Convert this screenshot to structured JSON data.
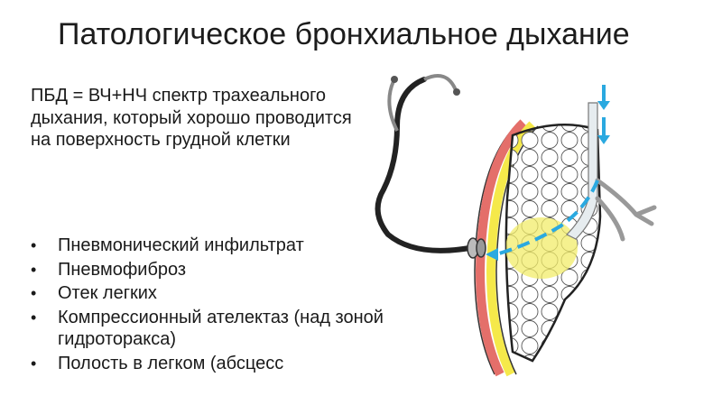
{
  "slide": {
    "title": "Патологическое бронхиальное дыхание",
    "intro": "ПБД = ВЧ+НЧ спектр трахеального дыхания, который хорошо проводится на поверхность грудной клетки",
    "bullets": [
      "Пневмонический инфильтрат",
      "Пневмофиброз",
      "Отек легких",
      "Компрессионный ателектаз (над зоной гидроторакса)",
      "Полость в легком (абсцесс"
    ]
  },
  "diagram": {
    "colors": {
      "chest_wall_red": "#e46f6a",
      "chest_wall_yellow": "#f5e94a",
      "pleura_outline": "#222222",
      "airflow_arrow": "#2aa9e0",
      "consolidation": "#f2ec6a",
      "bronchus_fill": "#e6ecef"
    },
    "icons": [
      "stethoscope-icon",
      "airflow-arrow-icon"
    ]
  }
}
